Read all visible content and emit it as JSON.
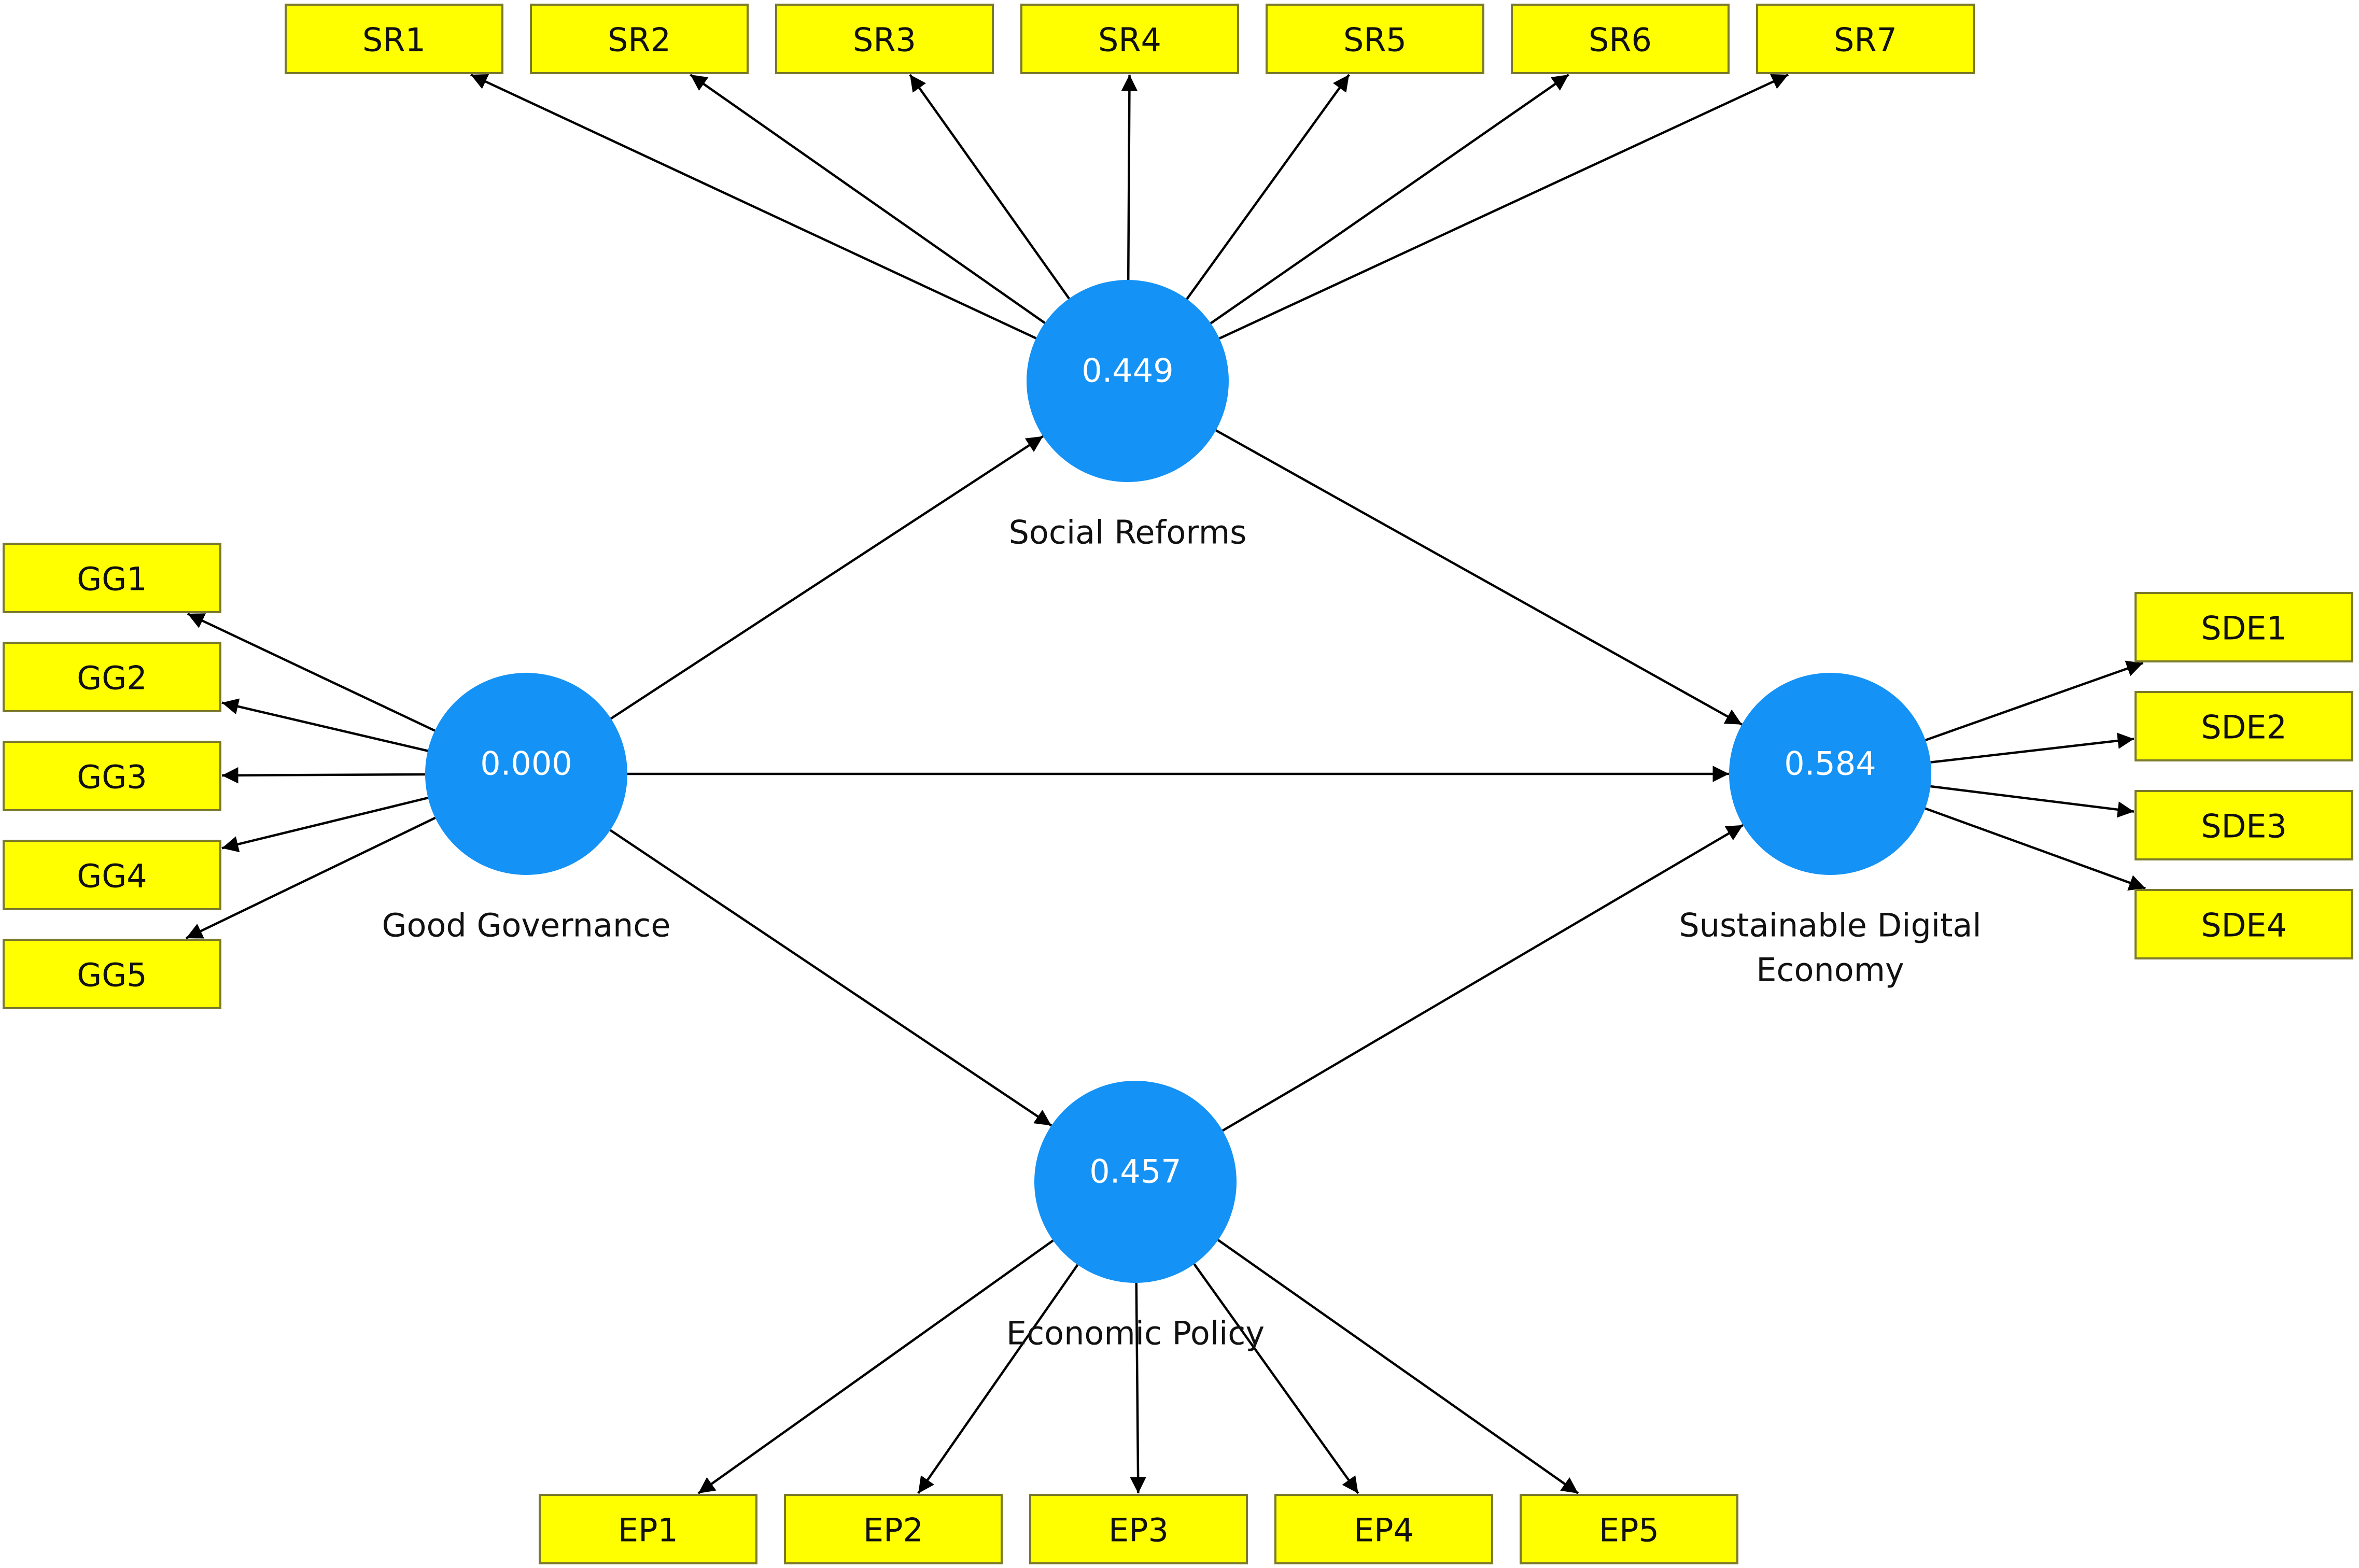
{
  "diagram": {
    "constructs": [
      {
        "id": "GG",
        "label": [
          "Good Governance"
        ],
        "value": "0.000",
        "indicators": [
          "GG1",
          "GG2",
          "GG3",
          "GG4",
          "GG5"
        ]
      },
      {
        "id": "SR",
        "label": [
          "Social Reforms"
        ],
        "value": "0.449",
        "indicators": [
          "SR1",
          "SR2",
          "SR3",
          "SR4",
          "SR5",
          "SR6",
          "SR7"
        ]
      },
      {
        "id": "EP",
        "label": [
          "Economic Policy"
        ],
        "value": "0.457",
        "indicators": [
          "EP1",
          "EP2",
          "EP3",
          "EP4",
          "EP5"
        ]
      },
      {
        "id": "SDE",
        "label": [
          "Sustainable Digital",
          "Economy"
        ],
        "value": "0.584",
        "indicators": [
          "SDE1",
          "SDE2",
          "SDE3",
          "SDE4"
        ]
      }
    ],
    "paths": [
      {
        "from": "GG",
        "to": "SR"
      },
      {
        "from": "GG",
        "to": "SDE"
      },
      {
        "from": "GG",
        "to": "EP"
      },
      {
        "from": "SR",
        "to": "SDE"
      },
      {
        "from": "EP",
        "to": "SDE"
      }
    ],
    "colors": {
      "construct": "#1492f5",
      "indicator": "#ffff00",
      "edge": "#000000"
    }
  }
}
